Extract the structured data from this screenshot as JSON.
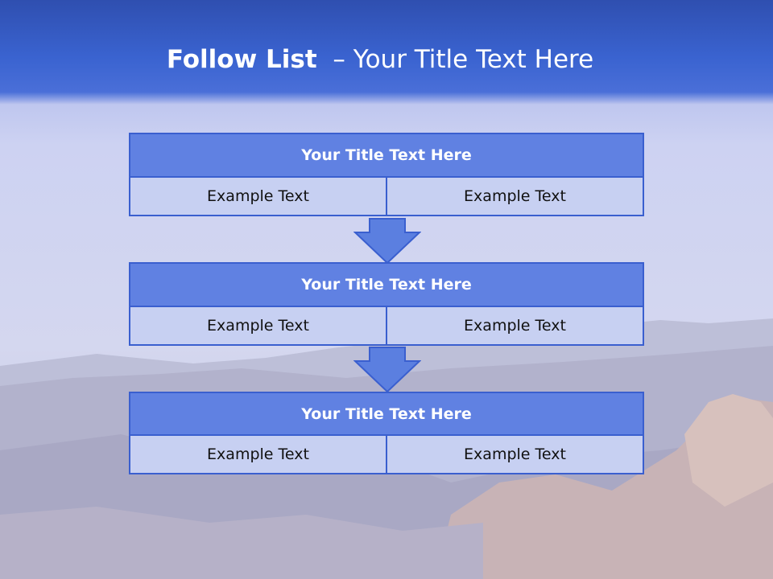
{
  "slide": {
    "title_bold": "Follow List",
    "title_rest": "– Your Title Text Here"
  },
  "steps": [
    {
      "title": "Your Title Text Here",
      "left": "Example Text",
      "right": "Example Text"
    },
    {
      "title": "Your Title Text Here",
      "left": "Example Text",
      "right": "Example Text"
    },
    {
      "title": "Your Title Text Here",
      "left": "Example Text",
      "right": "Example Text"
    }
  ],
  "colors": {
    "header_blue": "#3a63d0",
    "box_title_fill": "#6081e2",
    "box_cell_fill": "#c7d0f2",
    "border_blue": "#3a5fcf",
    "arrow_fill": "#5b7fe0"
  }
}
